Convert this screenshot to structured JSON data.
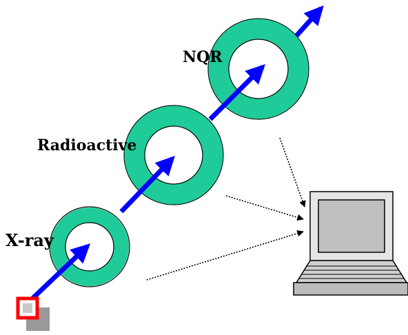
{
  "labels": {
    "xray": "X-ray",
    "radioactive": "Radioactive",
    "nqr": "NQR"
  },
  "colors": {
    "ring_fill": "#1fcc99",
    "ring_stroke": "#000000",
    "beam_arrow": "#0000ff",
    "dashed_arrow": "#000000",
    "source_red": "#ff0000",
    "source_gray": "#999999",
    "laptop_screen": "#c0c0c0",
    "laptop_body": "#d8d8d8"
  },
  "icons": {
    "source": "radiation-source-icon",
    "computer": "laptop-icon"
  }
}
